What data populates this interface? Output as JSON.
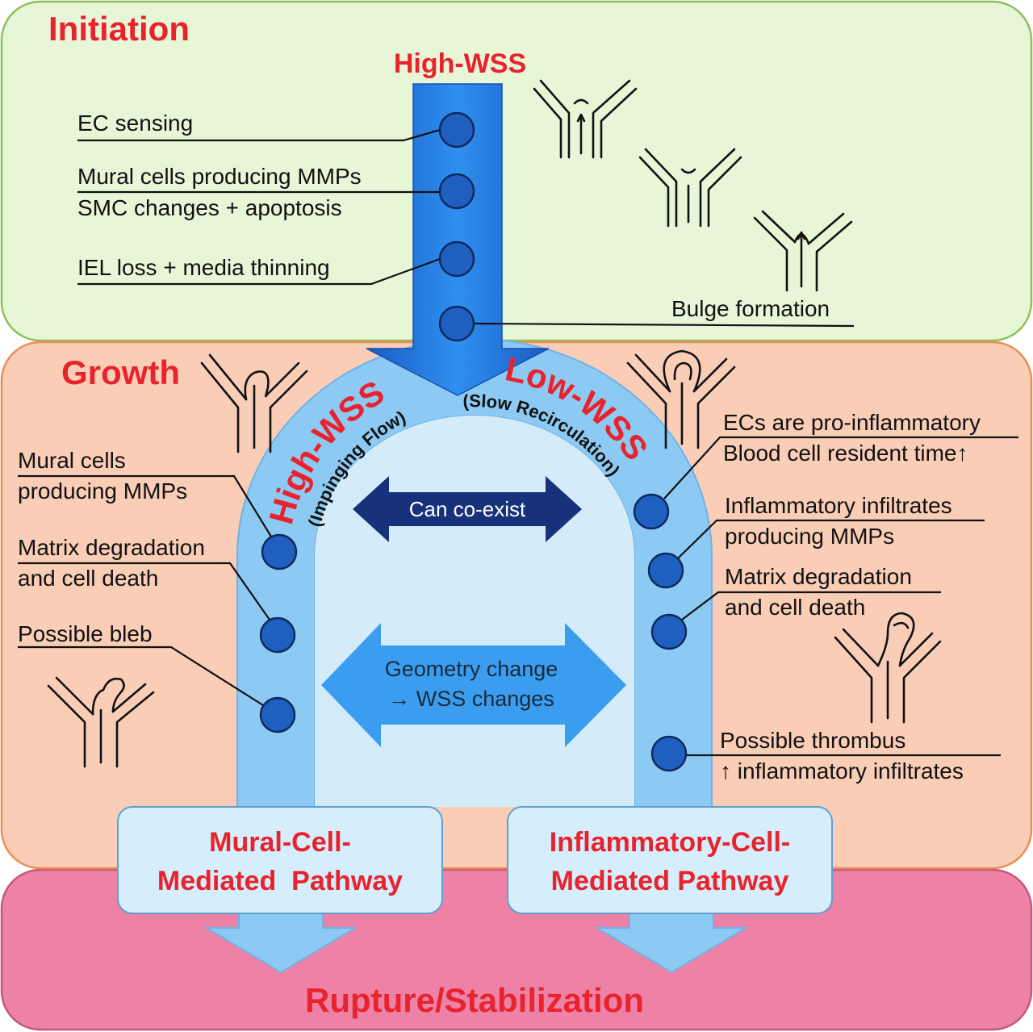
{
  "stages": {
    "initiation": "Initiation",
    "growth": "Growth",
    "rupture": "Rupture/Stabilization"
  },
  "initiation": {
    "arrow_label": "High-WSS",
    "steps": [
      "EC sensing",
      "Mural cells producing MMPs",
      "SMC changes + apoptosis",
      "IEL loss + media thinning",
      "Bulge formation"
    ]
  },
  "growth": {
    "arch_left_label": "High-WSS",
    "arch_left_sub": "(Impinging Flow)",
    "arch_right_label": "Low-WSS",
    "arch_right_sub": "(Slow Recirculation)",
    "coexist": "Can co-exist",
    "geometry_line1": "Geometry change",
    "geometry_line2": "→ WSS changes",
    "left_steps": [
      "Mural cells",
      "producing MMPs",
      "Matrix degradation",
      "and cell death",
      "Possible bleb"
    ],
    "right_steps": [
      "ECs are pro-inflammatory",
      "Blood cell resident time↑",
      "Inflammatory infiltrates",
      "producing MMPs",
      "Matrix degradation",
      "and cell death",
      "Possible thrombus",
      "↑ inflammatory infiltrates"
    ]
  },
  "pathways": {
    "mural_line1": "Mural-Cell-",
    "mural_line2": "Mediated  Pathway",
    "inflam_line1": "Inflammatory-Cell-",
    "inflam_line2": "Mediated Pathway"
  },
  "colors": {
    "initiation_bg": "#e8f6d8",
    "growth_bg": "#f9cdb6",
    "rupture_bg": "#ee82a6",
    "red": "#e8232e",
    "blue_arrow": "#1f6fd6",
    "arch": "#8ccaf4"
  }
}
